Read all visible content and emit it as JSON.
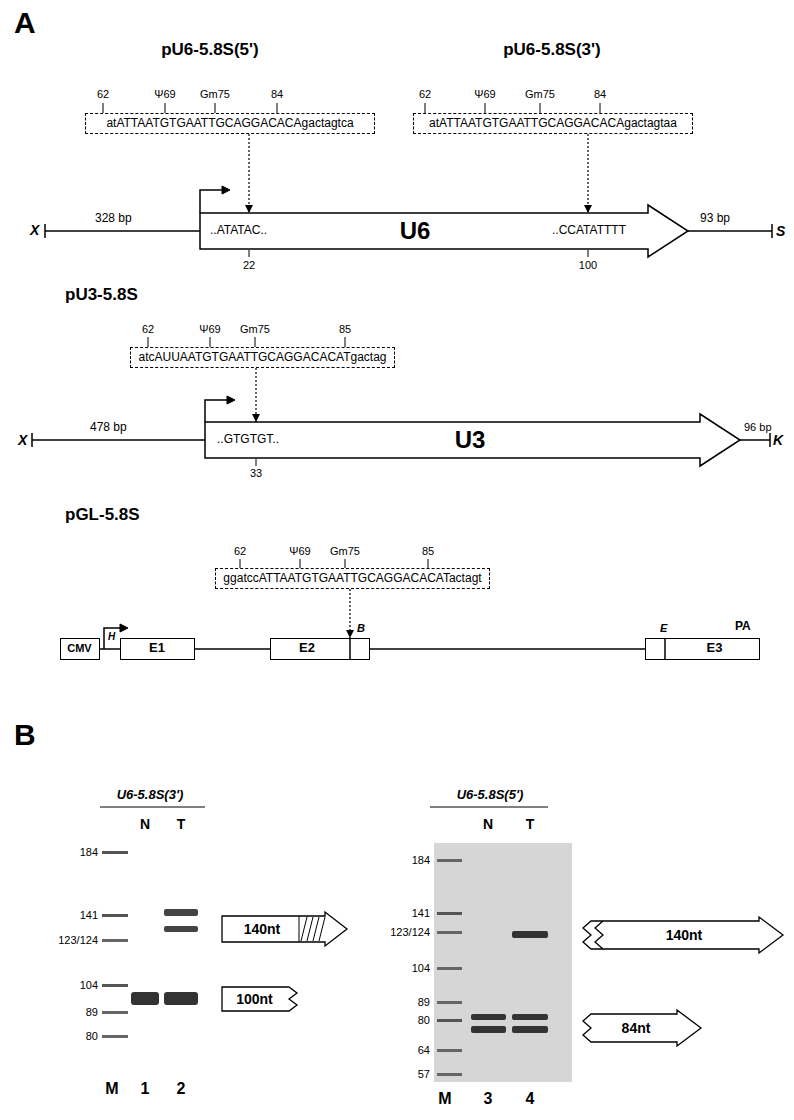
{
  "diagram": {
    "nodes": [
      {
        "text": [
          "atATTAATGTGAATTGCAGGACACAgactagtca"
        ]
      },
      {
        "text": [
          "atATTAATGTGAATTGCAGGACACAgactagtaa"
        ]
      },
      {
        "text": [
          "..ATATAC..",
          "U6",
          "..CCATATTTT"
        ]
      },
      {
        "text": [
          "atcAUUAATGTGAATTGCAGGACACATgactag"
        ]
      },
      {
        "text": [
          "..GTGTGT..",
          "U3"
        ]
      },
      {
        "text": [
          "ggatccATTAATGTGAATTGCAGGACACATactagt"
        ]
      },
      {
        "text": [
          "CMV"
        ]
      },
      {
        "text": [
          "E1"
        ]
      },
      {
        "text": [
          "E2"
        ]
      },
      {
        "text": [
          "E3"
        ]
      },
      {
        "text": [
          "140nt"
        ]
      },
      {
        "text": [
          "100nt"
        ]
      },
      {
        "text": [
          "140nt"
        ]
      },
      {
        "text": [
          "84nt"
        ]
      }
    ],
    "edges": [
      {
        "from": 0,
        "to": 2,
        "arrow": "to"
      },
      {
        "from": 1,
        "to": 2,
        "arrow": "to"
      },
      {
        "from": 3,
        "to": 4,
        "arrow": "to"
      },
      {
        "from": 5,
        "to": 8,
        "arrow": "to"
      },
      {
        "from": 6,
        "to": 7,
        "arrow": "none"
      },
      {
        "from": 7,
        "to": 8,
        "arrow": "none"
      },
      {
        "from": 8,
        "to": 9,
        "arrow": "none"
      }
    ],
    "labels": [
      "A",
      "pU6-5.8S(5')",
      "62",
      "Ψ69",
      "Gm75",
      "84",
      "pU6-5.8S(3')",
      "62",
      "Ψ69",
      "Gm75",
      "84",
      "X",
      "328 bp",
      "22",
      "100",
      "93 bp",
      "S",
      "pU3-5.8S",
      "62",
      "Ψ69",
      "Gm75",
      "85",
      "X",
      "478 bp",
      "96 bp",
      "K",
      "33",
      "pGL-5.8S",
      "62",
      "Ψ69",
      "Gm75",
      "85",
      "H",
      "B",
      "E",
      "PA",
      "B",
      "U6-5.8S(3')",
      "N",
      "T",
      "184",
      "141",
      "123/124",
      "104",
      "89",
      "80",
      "M",
      "1",
      "2",
      "U6-5.8S(5')",
      "N",
      "T",
      "184",
      "141",
      "123/124",
      "104",
      "89",
      "80",
      "64",
      "57",
      "M",
      "3",
      "4"
    ]
  }
}
